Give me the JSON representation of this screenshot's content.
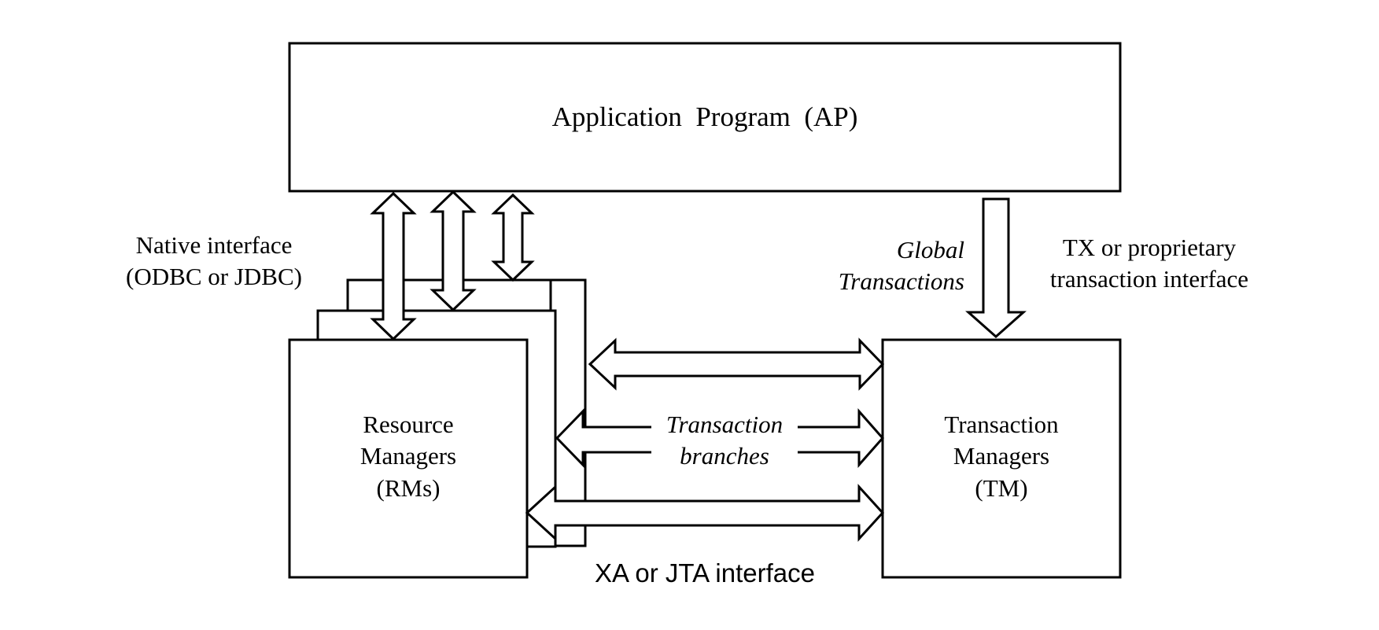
{
  "application_program": {
    "label": "Application  Program  (AP)"
  },
  "resource_managers": {
    "lines": [
      "Resource",
      "Managers",
      "(RMs)"
    ]
  },
  "transaction_managers": {
    "lines": [
      "Transaction",
      "Managers",
      "(TM)"
    ]
  },
  "native_interface": {
    "lines": [
      "Native interface",
      "(ODBC or JDBC)"
    ]
  },
  "global_transactions": {
    "lines": [
      "Global",
      "Transactions"
    ]
  },
  "tx_interface": {
    "lines": [
      "TX or proprietary",
      "transaction interface"
    ]
  },
  "transaction_branches": {
    "lines": [
      "Transaction",
      "branches"
    ]
  },
  "xa_interface": {
    "label": "XA or JTA interface"
  },
  "colors": {
    "stroke": "#000000",
    "fill": "#ffffff"
  }
}
